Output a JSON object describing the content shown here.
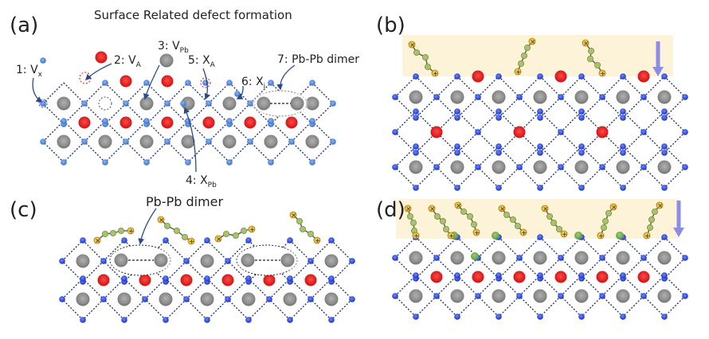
{
  "panels": {
    "a": {
      "label": "(a)",
      "title": "Surface Related defect formation"
    },
    "b": {
      "label": "(b)"
    },
    "c": {
      "label": "(c)",
      "dimer_label": "Pb-Pb dimer"
    },
    "d": {
      "label": "(d)"
    }
  },
  "defects": [
    {
      "id": "1",
      "text": "1: V",
      "sub": "x"
    },
    {
      "id": "2",
      "text": "2: V",
      "sub": "A"
    },
    {
      "id": "3",
      "text": "3: V",
      "sub": "Pb"
    },
    {
      "id": "4",
      "text": "4: X",
      "sub": "Pb"
    },
    {
      "id": "5",
      "text": "5: X",
      "sub": "A"
    },
    {
      "id": "6",
      "text": "6: X",
      "sub": "i"
    },
    {
      "id": "7",
      "text": "7: Pb-Pb dimer",
      "sub": ""
    }
  ],
  "colors": {
    "x_site": "#1f3fd6",
    "x_site_a": "#3f7fd8",
    "a_site": "#e01818",
    "pb_site": "#8a8a8a",
    "passivated": "#6aa84f",
    "ligand_node": "#a9c26b",
    "ligand_end": "#f4c542",
    "layer_bg": "#fdf3d8",
    "arrow": "#8c8ce6"
  }
}
